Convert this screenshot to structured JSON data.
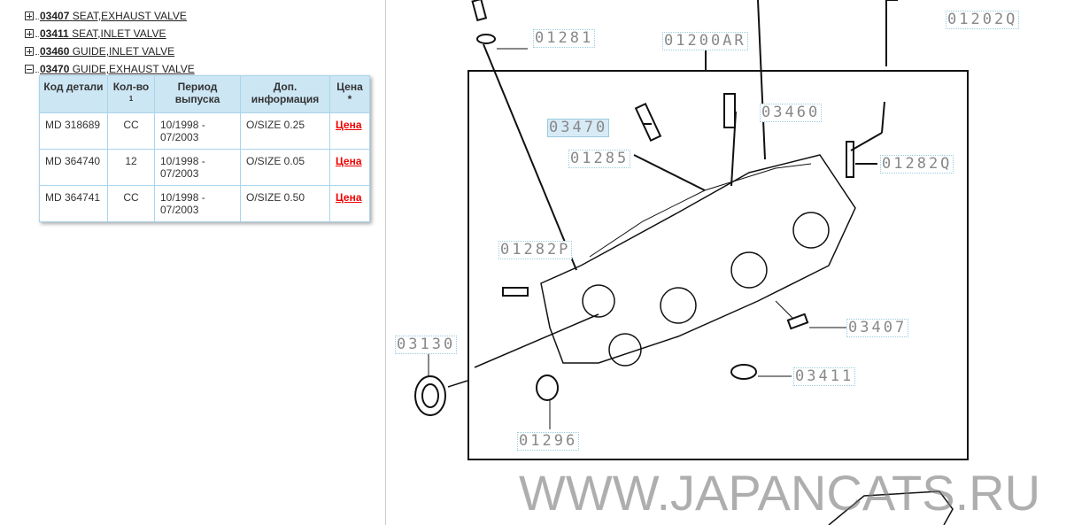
{
  "tree": [
    {
      "code": "03407",
      "name": "SEAT,EXHAUST VALVE",
      "expanded": false
    },
    {
      "code": "03411",
      "name": "SEAT,INLET VALVE",
      "expanded": false
    },
    {
      "code": "03460",
      "name": "GUIDE,INLET VALVE",
      "expanded": false
    },
    {
      "code": "03470",
      "name": "GUIDE,EXHAUST VALVE",
      "expanded": true
    }
  ],
  "table": {
    "headers": {
      "code": "Код детали",
      "qty": "Кол-во",
      "qty_sup": "1",
      "period": "Период выпуска",
      "info": "Доп. информация",
      "price": "Цена *"
    },
    "rows": [
      {
        "code": "MD 318689",
        "qty": "CC",
        "from": "10/1998 -",
        "to": "07/2003",
        "info": "O/SIZE 0.25",
        "price": "Цена"
      },
      {
        "code": "MD 364740",
        "qty": "12",
        "from": "10/1998 -",
        "to": "07/2003",
        "info": "O/SIZE 0.05",
        "price": "Цена"
      },
      {
        "code": "MD 364741",
        "qty": "CC",
        "from": "10/1998 -",
        "to": "07/2003",
        "info": "O/SIZE 0.50",
        "price": "Цена"
      }
    ]
  },
  "diagram": {
    "labels": {
      "l01281": "01281",
      "l01200AR": "01200AR",
      "l01202Q": "01202Q",
      "l03470": "03470",
      "l03460": "03460",
      "l01285": "01285",
      "l01282Q": "01282Q",
      "l01282P": "01282P",
      "l03407": "03407",
      "l03130": "03130",
      "l03411": "03411",
      "l01296": "01296"
    },
    "watermark": "WWW.JAPANCATS.RU"
  }
}
